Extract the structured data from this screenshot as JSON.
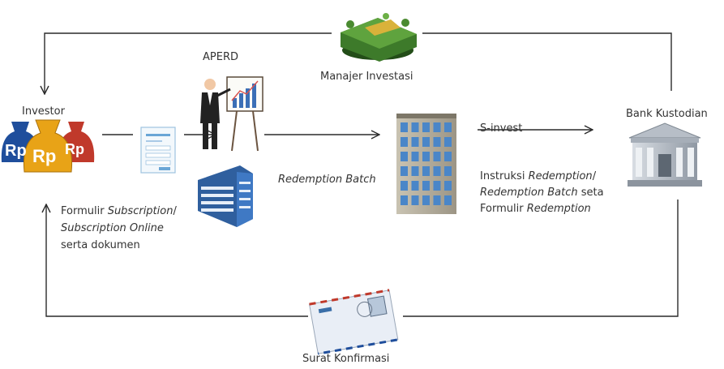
{
  "labels": {
    "investor": "Investor",
    "aperd": "APERD",
    "manajer_investasi": "Manajer Investasi",
    "bank_kustodian": "Bank Kustodian",
    "s_invest": "S-invest",
    "redemption_batch": "Redemption Batch",
    "surat_konfirmasi": "Surat Konfirmasi"
  },
  "formulir_note": {
    "line1_prefix": "Formulir ",
    "line1_italic": "Subscription",
    "line1_suffix": "/",
    "line2_italic": "Subscription Online",
    "line3": "serta dokumen"
  },
  "instruksi_note": {
    "line1_prefix": "Instruksi ",
    "line1_italic": "Redemption",
    "line1_suffix": "/",
    "line2_italic": "Redemption Batch",
    "line2_suffix": " seta",
    "line3_prefix": "Formulir ",
    "line3_italic": "Redemption"
  },
  "money_bag_text": [
    "Rp",
    "Rp",
    "Rp"
  ],
  "colors": {
    "line": "#2a2a2a",
    "text": "#333333",
    "money_bag_red": "#c0392b",
    "money_bag_blue": "#1f4e9c",
    "money_bag_gold": "#e8a317",
    "building_blue": "#2f5f9e",
    "cash_green": "#3d7a2a",
    "envelope": "#e9eef6"
  }
}
